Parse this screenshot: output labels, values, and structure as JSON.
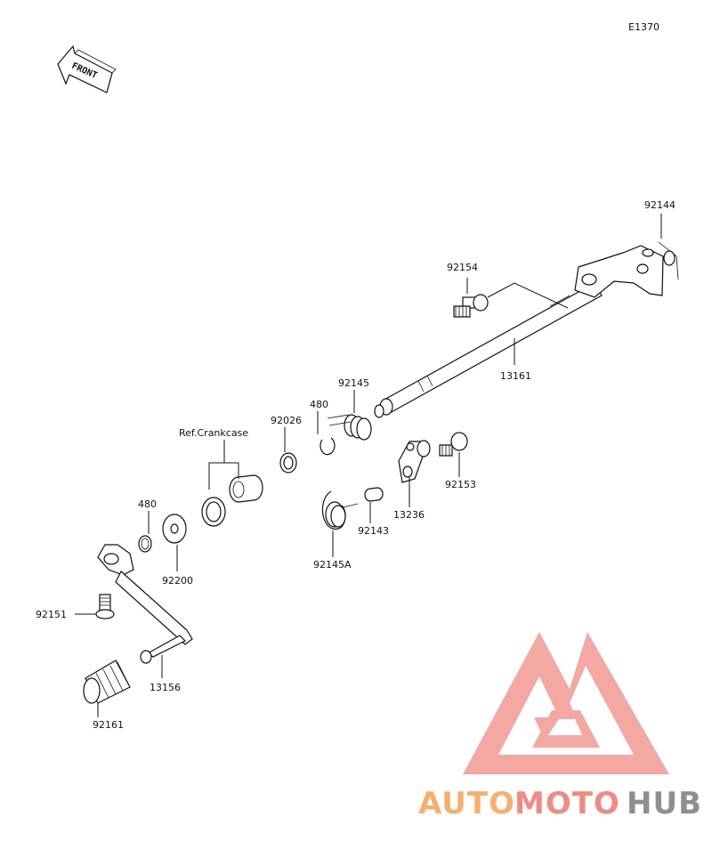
{
  "diagram": {
    "code": "E1370",
    "front_label": "FRONT",
    "ref_label": "Ref.Crankcase",
    "parts": [
      {
        "id": "p92144",
        "label": "92144"
      },
      {
        "id": "p92154",
        "label": "92154"
      },
      {
        "id": "p13161",
        "label": "13161"
      },
      {
        "id": "p92145",
        "label": "92145"
      },
      {
        "id": "p480a",
        "label": "480"
      },
      {
        "id": "p92026",
        "label": "92026"
      },
      {
        "id": "p480b",
        "label": "480"
      },
      {
        "id": "p92200",
        "label": "92200"
      },
      {
        "id": "p92151",
        "label": "92151"
      },
      {
        "id": "p13156",
        "label": "13156"
      },
      {
        "id": "p92161",
        "label": "92161"
      },
      {
        "id": "p92145A",
        "label": "92145A"
      },
      {
        "id": "p92143",
        "label": "92143"
      },
      {
        "id": "p13236",
        "label": "13236"
      },
      {
        "id": "p92153",
        "label": "92153"
      }
    ]
  },
  "watermark": {
    "text_auto": "AUTO",
    "text_moto": "MOTO",
    "text_hub": "HUB",
    "color_auto": "#f5b070",
    "color_moto": "#f08a85",
    "color_hub": "#8f8f8f",
    "color_mark": "#f29a95"
  }
}
